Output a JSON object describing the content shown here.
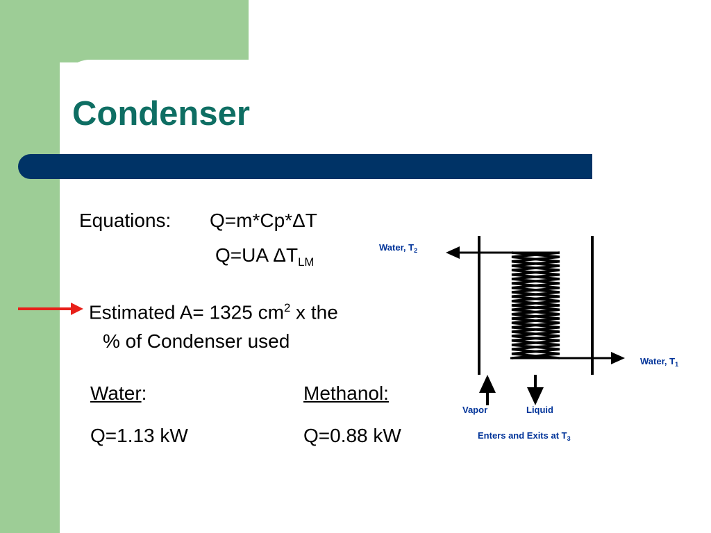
{
  "slide": {
    "title": "Condenser",
    "equations": {
      "label": "Equations:",
      "eq1": "Q=m*Cp*ΔT",
      "eq2_main": "Q=UA ΔT",
      "eq2_sub": "LM"
    },
    "estimate": {
      "line1_pre": "Estimated A= 1325 cm",
      "line1_sup": "2",
      "line1_post": " x the",
      "line2": "% of Condenser used"
    },
    "water": {
      "label": "Water",
      "colon": ":",
      "value": "Q=1.13 kW"
    },
    "methanol": {
      "label": "Methanol:",
      "value": "Q=0.88 kW"
    },
    "diagram": {
      "water_out_label": "Water, T",
      "water_out_sub": "2",
      "water_in_label": "Water, T",
      "water_in_sub": "1",
      "vapor_label": "Vapor",
      "liquid_label": "Liquid",
      "caption_main": "Enters and Exits at T",
      "caption_sub": "3"
    }
  },
  "colors": {
    "green": "#9dcd96",
    "title_teal": "#0e6e63",
    "navy_rule": "#003366",
    "label_blue": "#003399",
    "pointer_red": "#e8201a"
  },
  "icons": {
    "pointer": "red-arrow-icon"
  }
}
